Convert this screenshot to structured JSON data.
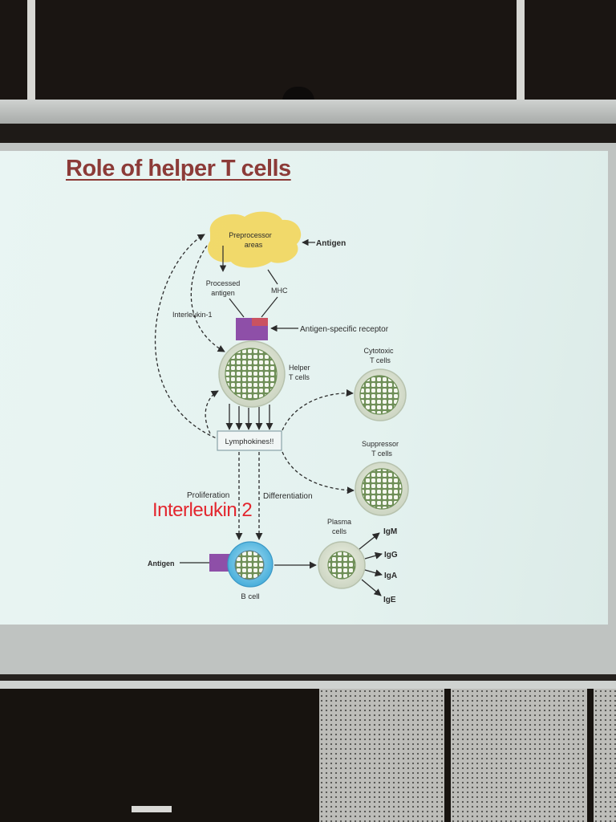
{
  "slide": {
    "title": "Role of helper T cells",
    "annotation": "Interleukin 2"
  },
  "diagram": {
    "preprocessor": [
      "Preprocessor",
      "areas"
    ],
    "antigen_top": "Antigen",
    "processed_antigen": [
      "Processed",
      "antigen"
    ],
    "mhc": "MHC",
    "interleukin_1": "Interleukin-1",
    "receptor": "Antigen-specific receptor",
    "helper": [
      "Helper",
      "T cells"
    ],
    "cytotoxic": [
      "Cytotoxic",
      "T cells"
    ],
    "lymphokines": "Lymphokines!!",
    "suppressor": [
      "Suppressor",
      "T cells"
    ],
    "proliferation": "Proliferation",
    "differentiation": "Differentiation",
    "plasma": [
      "Plasma",
      "cells"
    ],
    "antigen_left": "Antigen",
    "b_cell": "B cell",
    "antibodies": [
      "IgM",
      "IgG",
      "IgA",
      "IgE"
    ]
  },
  "colors": {
    "title": "#8c3b38",
    "annotation": "#e3262e",
    "preprocessor": "#f2d75e",
    "receptor": "#8e4fa8",
    "b_cell": "#5bbde3"
  }
}
